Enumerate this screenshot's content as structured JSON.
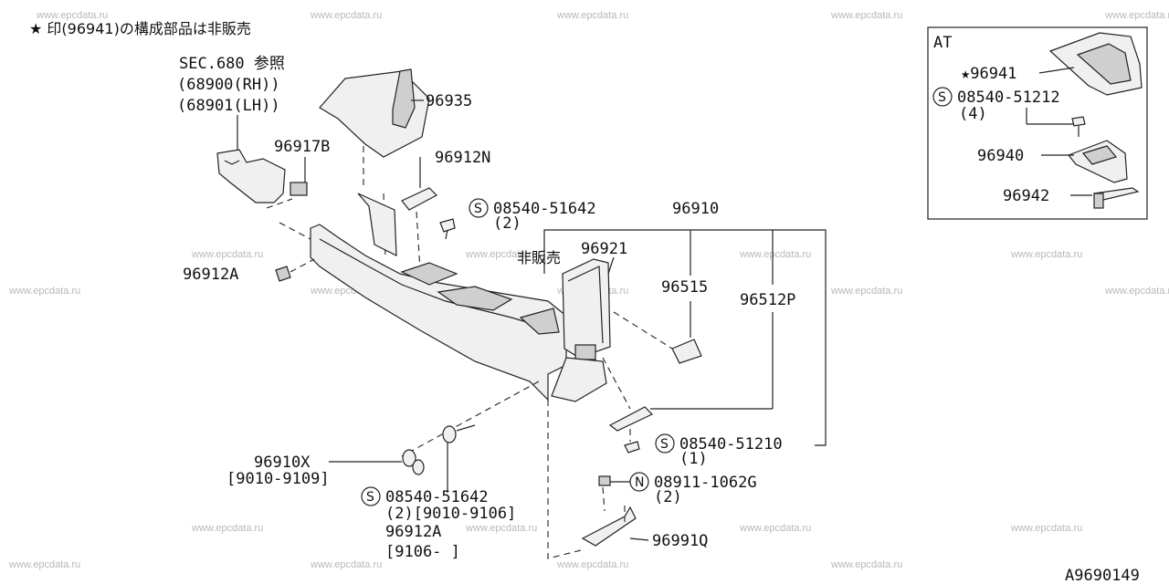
{
  "note_top": "★ 印(96941)の構成部品は非販売",
  "watermark": "www.epcdata.ru",
  "ref_text": {
    "sec": "SEC.680 参照",
    "rh": "(68900(RH))",
    "lh": "(68901(LH))"
  },
  "labels": {
    "p96935": "96935",
    "p96917B": "96917B",
    "p96912N": "96912N",
    "s51642_top": "08540-51642",
    "s51642_top_qty": "(2)",
    "p96910": "96910",
    "p96921": "96921",
    "hihanbai": "非販売",
    "p96515": "96515",
    "p96512P": "96512P",
    "p96912A_top": "96912A",
    "s51210": "08540-51210",
    "s51210_qty": "(1)",
    "p96910X": "96910X",
    "p96910X_date": "[9010-9109]",
    "s51642_bot": "08540-51642",
    "s51642_bot_qty": "(2)[9010-9106]",
    "p96912A_bot": "96912A",
    "p96912A_bot_date": "[9106-   ]",
    "n1062G": "08911-1062G",
    "n1062G_qty": "(2)",
    "p96991Q": "96991Q",
    "diagram_id": "A9690149"
  },
  "inset": {
    "title": "AT",
    "p96941": "★96941",
    "s51212": "08540-51212",
    "s51212_qty": "(4)",
    "p96940": "96940",
    "p96942": "96942"
  },
  "symbols": {
    "screw": "S",
    "nut": "N"
  }
}
